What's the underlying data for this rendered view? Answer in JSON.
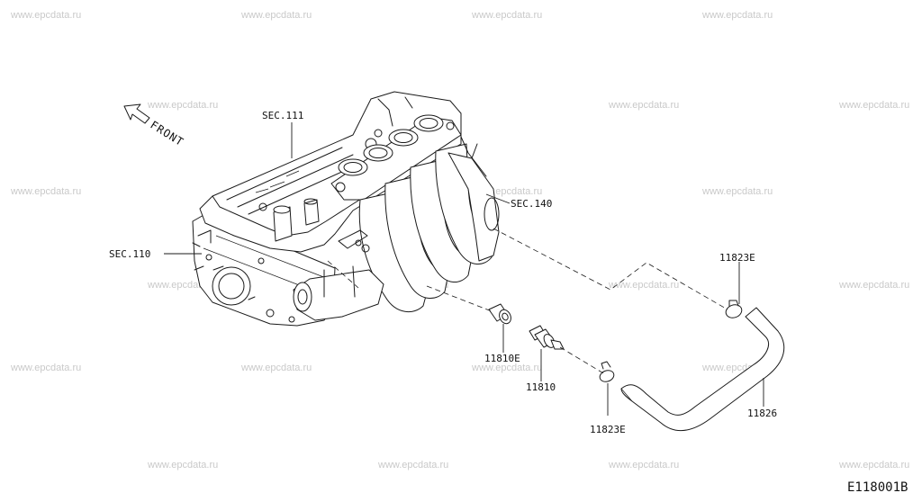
{
  "watermark": "www.epcdata.ru",
  "direction_label": "FRONT",
  "diagram_code": "E118001B",
  "callouts": {
    "sec111": "SEC.111",
    "sec140": "SEC.140",
    "sec110": "SEC.110",
    "clamp_upper": "11823E",
    "clamp_lower": "11823E",
    "grommet": "11810E",
    "pcv_valve": "11810",
    "hose": "11826"
  }
}
